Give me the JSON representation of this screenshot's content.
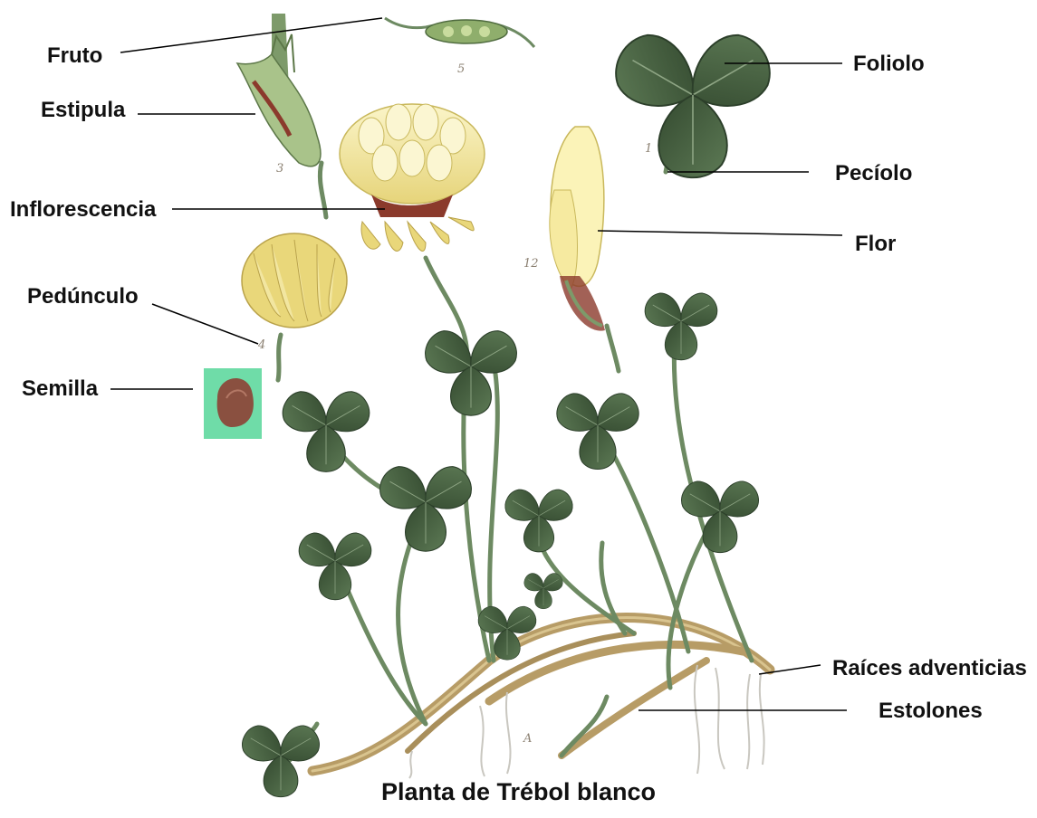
{
  "labels": {
    "fruto": "Fruto",
    "estipula": "Estipula",
    "inflorescencia": "Inflorescencia",
    "pedunculo": "Pedúnculo",
    "semilla": "Semilla",
    "foliolo": "Foliolo",
    "peciolo": "Pecíolo",
    "flor": "Flor",
    "raices": "Raíces adventicias",
    "estolones": "Estolones"
  },
  "caption": "Planta de Trébol blanco",
  "plate_numbers": {
    "n5": "5",
    "n3": "3",
    "n1": "1",
    "n12": "12",
    "n4": "4",
    "A": "A"
  },
  "colors": {
    "leaf_dark": "#3f5a3c",
    "leaf_mid": "#66805c",
    "stem": "#6d8a62",
    "stolon": "#b79c66",
    "flower_cream": "#f2eaa9",
    "flower_yellow": "#e9d77a",
    "calyx_red": "#8b3a2c",
    "seed": "#8a5040",
    "seed_bg": "#6fdca8",
    "leader": "#000000"
  }
}
